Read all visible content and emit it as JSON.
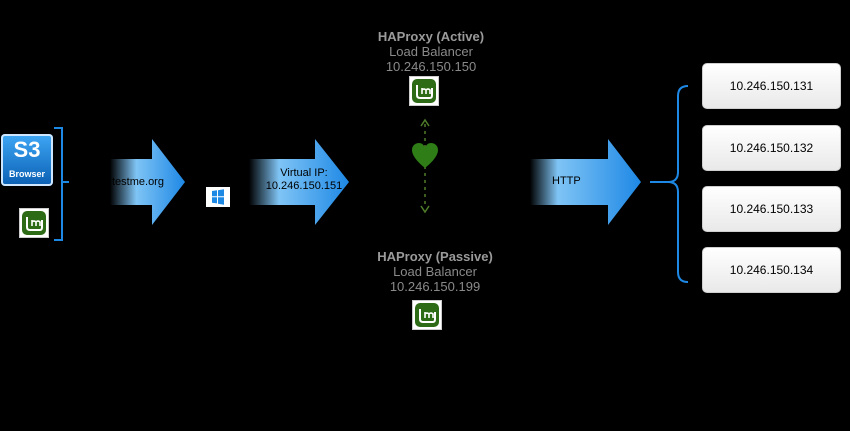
{
  "client": {
    "s3_badge": "S3",
    "s3_caption": "Browser",
    "domain_label": "testme.org"
  },
  "vip": {
    "line1": "Virtual IP:",
    "line2": "10.246.150.151"
  },
  "active": {
    "title": "HAProxy (Active)",
    "role": "Load Balancer",
    "ip": "10.246.150.150"
  },
  "passive": {
    "title": "HAProxy (Passive)",
    "role": "Load Balancer",
    "ip": "10.246.150.199"
  },
  "http_label": "HTTP",
  "servers": [
    "10.246.150.131",
    "10.246.150.132",
    "10.246.150.133",
    "10.246.150.134"
  ],
  "colors": {
    "arrow_light": "#bfe3ff",
    "arrow_dark": "#1e88e5",
    "heart": "#2e7d16",
    "bracket": "#1e88e5"
  }
}
